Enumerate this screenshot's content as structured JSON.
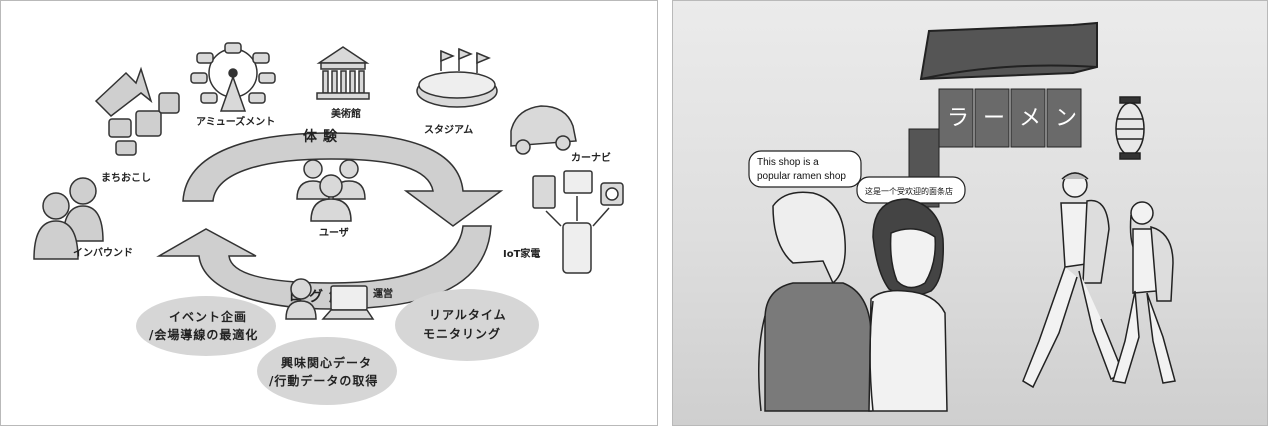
{
  "diagram": {
    "arrow_top": "体験",
    "arrow_bottom": "ログ解析",
    "nodes": {
      "user": "ユーザ",
      "inbound": "インバウンド",
      "machiokoshi": "まちおこし",
      "amusement": "アミューズメント",
      "museum": "美術館",
      "stadium": "スタジアム",
      "carnavi": "カーナビ",
      "iot": "IoT家電",
      "operation": "運営"
    },
    "bubbles": {
      "event": [
        "イベント企画",
        "/会場導線の最適化"
      ],
      "interest": [
        "興味関心データ",
        "/行動データの取得"
      ],
      "realtime": [
        "リアルタイム",
        "モニタリング"
      ]
    }
  },
  "scene": {
    "noren": [
      "ラ",
      "ー",
      "メ",
      "ン"
    ],
    "speech_en": [
      "This shop is a",
      "popular ramen shop"
    ],
    "speech_zh": "这是一个受欢迎的面条店"
  }
}
